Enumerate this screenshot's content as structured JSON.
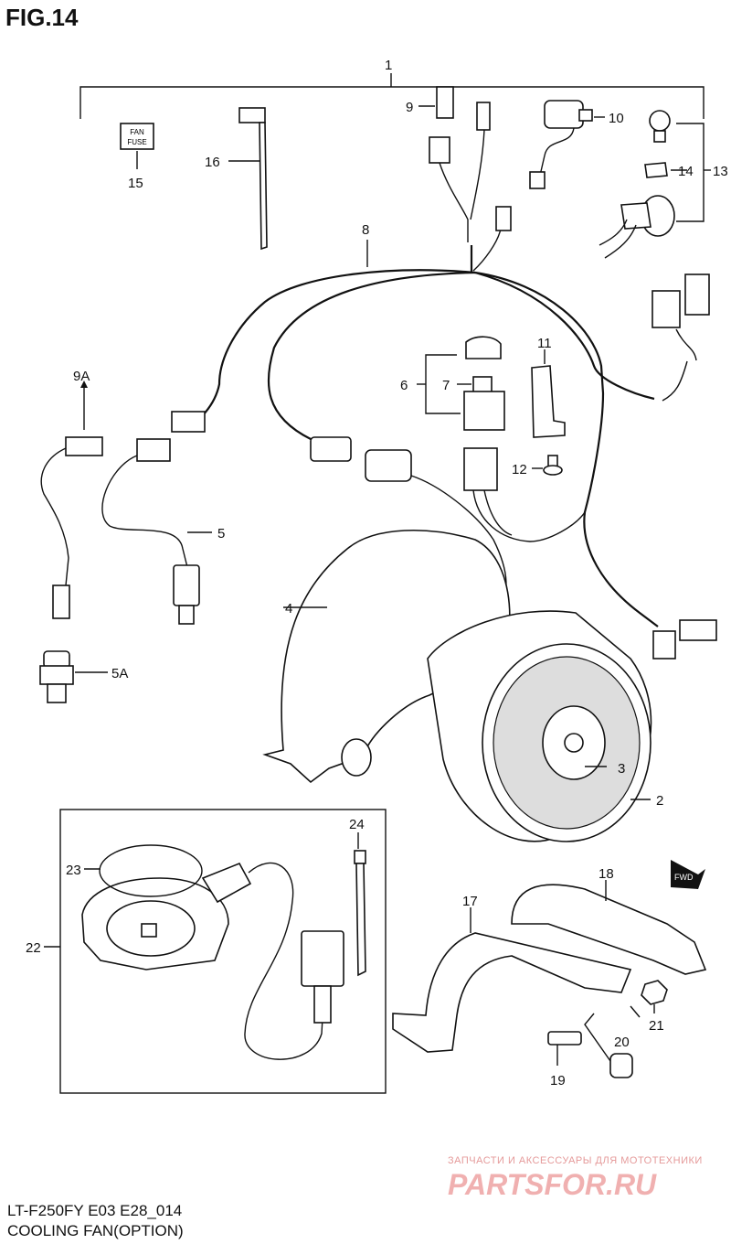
{
  "header": {
    "fig_label": "FIG.14"
  },
  "footer": {
    "model_code": "LT-F250FY E03 E28_014",
    "section_name": "COOLING FAN(OPTION)"
  },
  "labels": {
    "fan_fuse_line1": "FAN",
    "fan_fuse_line2": "FUSE",
    "fwd": "FWD"
  },
  "callouts": [
    "1",
    "2",
    "3",
    "4",
    "5",
    "5A",
    "6",
    "7",
    "8",
    "9",
    "9A",
    "10",
    "11",
    "12",
    "13",
    "14",
    "15",
    "16",
    "17",
    "18",
    "19",
    "20",
    "21",
    "22",
    "23",
    "24"
  ],
  "watermark": {
    "tagline": "ЗАПЧАСТИ И АКСЕССУАРЫ ДЛЯ МОТОТЕХНИКИ",
    "brand": "PARTSFOR.RU"
  }
}
